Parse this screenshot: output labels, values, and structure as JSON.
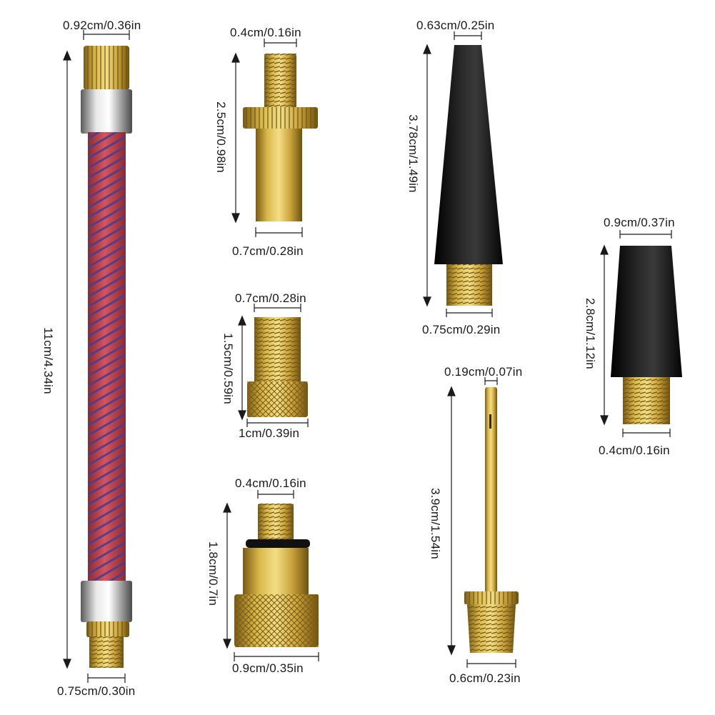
{
  "colors": {
    "brass": "#c9a43a",
    "brass_dark": "#8a6d1c",
    "hose_red": "#c23a44",
    "hose_stripe": "#4a3d8f",
    "black_cone": "#141414",
    "silver": "#b8b8b8"
  },
  "parts": {
    "hose": {
      "top_width": "0.92cm/0.36in",
      "length": "11cm/4.34in",
      "bottom_width": "0.75cm/0.30in"
    },
    "adapter_a": {
      "top_width": "0.4cm/0.16in",
      "height": "2.5cm/0.98in",
      "bottom_width": "0.7cm/0.28in"
    },
    "adapter_b": {
      "top_width": "0.7cm/0.28in",
      "height": "1.5cm/0.59in",
      "bottom_width": "1cm/0.39in"
    },
    "adapter_c": {
      "top_width": "0.4cm/0.16in",
      "height": "1.8cm/0.7in",
      "bottom_width": "0.9cm/0.35in"
    },
    "cone_large": {
      "top_width": "0.63cm/0.25in",
      "height": "3.78cm/1.49in",
      "bottom_width": "0.75cm/0.29in"
    },
    "needle": {
      "top_width": "0.19cm/0.07in",
      "height": "3.9cm/1.54in",
      "bottom_width": "0.6cm/0.23in"
    },
    "cone_small": {
      "top_width": "0.9cm/0.37in",
      "height": "2.8cm/1.12in",
      "bottom_width": "0.4cm/0.16in"
    }
  }
}
